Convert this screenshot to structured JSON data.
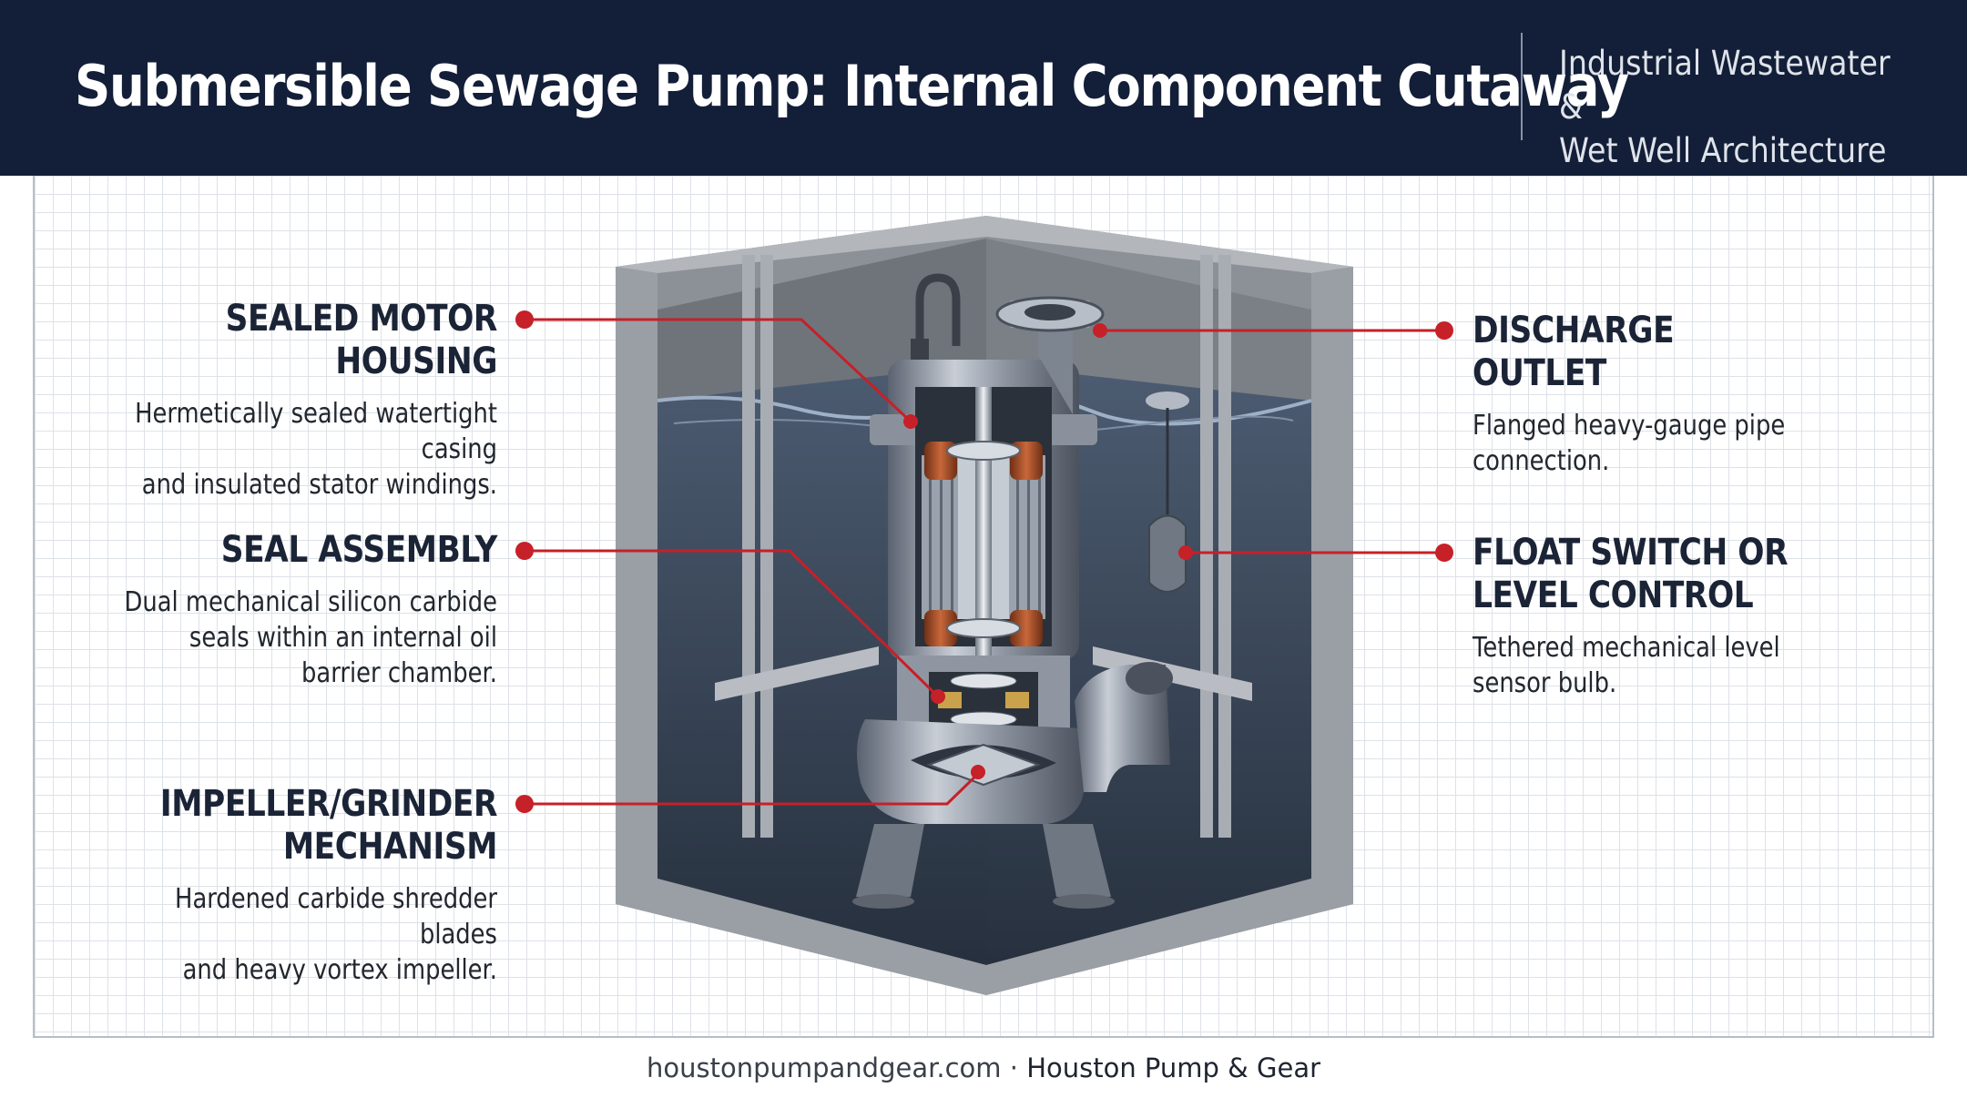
{
  "header": {
    "title": "Submersible Sewage Pump: Internal Component Cutaway",
    "subtitle_line1": "Industrial Wastewater &",
    "subtitle_line2": "Wet Well Architecture"
  },
  "callouts": {
    "motor_housing": {
      "name": "SEALED MOTOR HOUSING",
      "desc1": "Hermetically sealed watertight casing",
      "desc2": "and insulated stator windings."
    },
    "seal_assembly": {
      "name": "SEAL ASSEMBLY",
      "desc1": "Dual mechanical silicon carbide",
      "desc2": "seals within an internal oil",
      "desc3": "barrier chamber."
    },
    "impeller": {
      "name1": "IMPELLER/GRINDER",
      "name2": "MECHANISM",
      "desc1": "Hardened carbide shredder blades",
      "desc2": "and heavy vortex impeller."
    },
    "discharge": {
      "name": "DISCHARGE OUTLET",
      "desc1": "Flanged heavy-gauge pipe",
      "desc2": "connection."
    },
    "float_switch": {
      "name1": "FLOAT SWITCH OR",
      "name2": "LEVEL CONTROL",
      "desc1": "Tethered mechanical level",
      "desc2": "sensor bulb."
    }
  },
  "footer": {
    "website": "houstonpumpandgear.com",
    "separator": "·",
    "brand": "Houston Pump & Gear"
  },
  "colors": {
    "header_bg": "#131f38",
    "callout_red": "#c62028",
    "water": "#2e3b4d"
  }
}
